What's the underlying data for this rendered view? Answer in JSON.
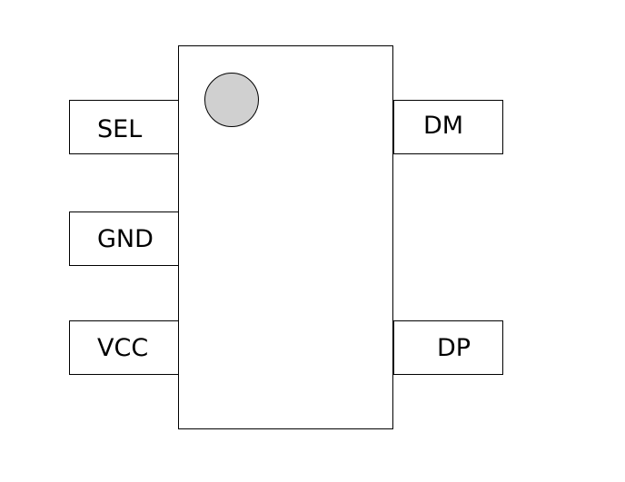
{
  "package": {
    "pin1_marker_color": "#d0d0d0",
    "left_pins": [
      {
        "label": "SEL"
      },
      {
        "label": "GND"
      },
      {
        "label": "VCC"
      }
    ],
    "right_pins": [
      {
        "label": "DM"
      },
      {
        "label": "DP"
      }
    ]
  }
}
